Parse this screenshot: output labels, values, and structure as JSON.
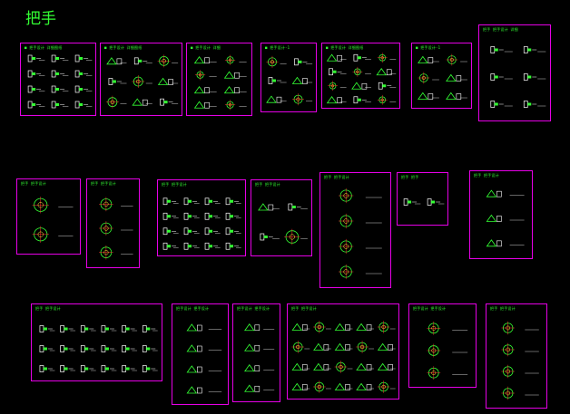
{
  "drawing": {
    "title": "把手",
    "background": "#000000",
    "frame_color": "#e600e6",
    "geometry_colors": [
      "#33ff33",
      "#ffffff",
      "#ff3333",
      "#ffff33",
      "#33ffff"
    ],
    "sheets": [
      {
        "id": "s1",
        "label": "■ 把手设计 详细图纸"
      },
      {
        "id": "s2",
        "label": "■ 把手设计 详细图纸"
      },
      {
        "id": "s3",
        "label": "■ 把手设计 详细"
      },
      {
        "id": "s4",
        "label": "■ 把手设计-1"
      },
      {
        "id": "s5",
        "label": "■ 把手设计 详细图纸"
      },
      {
        "id": "s6",
        "label": "■ 把手设计-1"
      },
      {
        "id": "s7",
        "label": "把手 把手设计 详细"
      },
      {
        "id": "s8",
        "label": "把手 把手设计"
      },
      {
        "id": "s9",
        "label": "把手 把手设计"
      },
      {
        "id": "s10",
        "label": "把手 把手设计"
      },
      {
        "id": "s11",
        "label": "把手 把手设计"
      },
      {
        "id": "s12",
        "label": "把手 把手设计"
      },
      {
        "id": "s13",
        "label": "把手 把手"
      },
      {
        "id": "s14",
        "label": "把手 把手设计"
      },
      {
        "id": "s15",
        "label": "把手 把手设计"
      },
      {
        "id": "s16",
        "label": "把手设计 把手设计"
      },
      {
        "id": "s17",
        "label": "把手设计 把手设计"
      },
      {
        "id": "s18",
        "label": "把手 把手设计"
      },
      {
        "id": "s19",
        "label": "把手设计 把手设计"
      },
      {
        "id": "s20",
        "label": "把手 把手设计"
      }
    ]
  }
}
